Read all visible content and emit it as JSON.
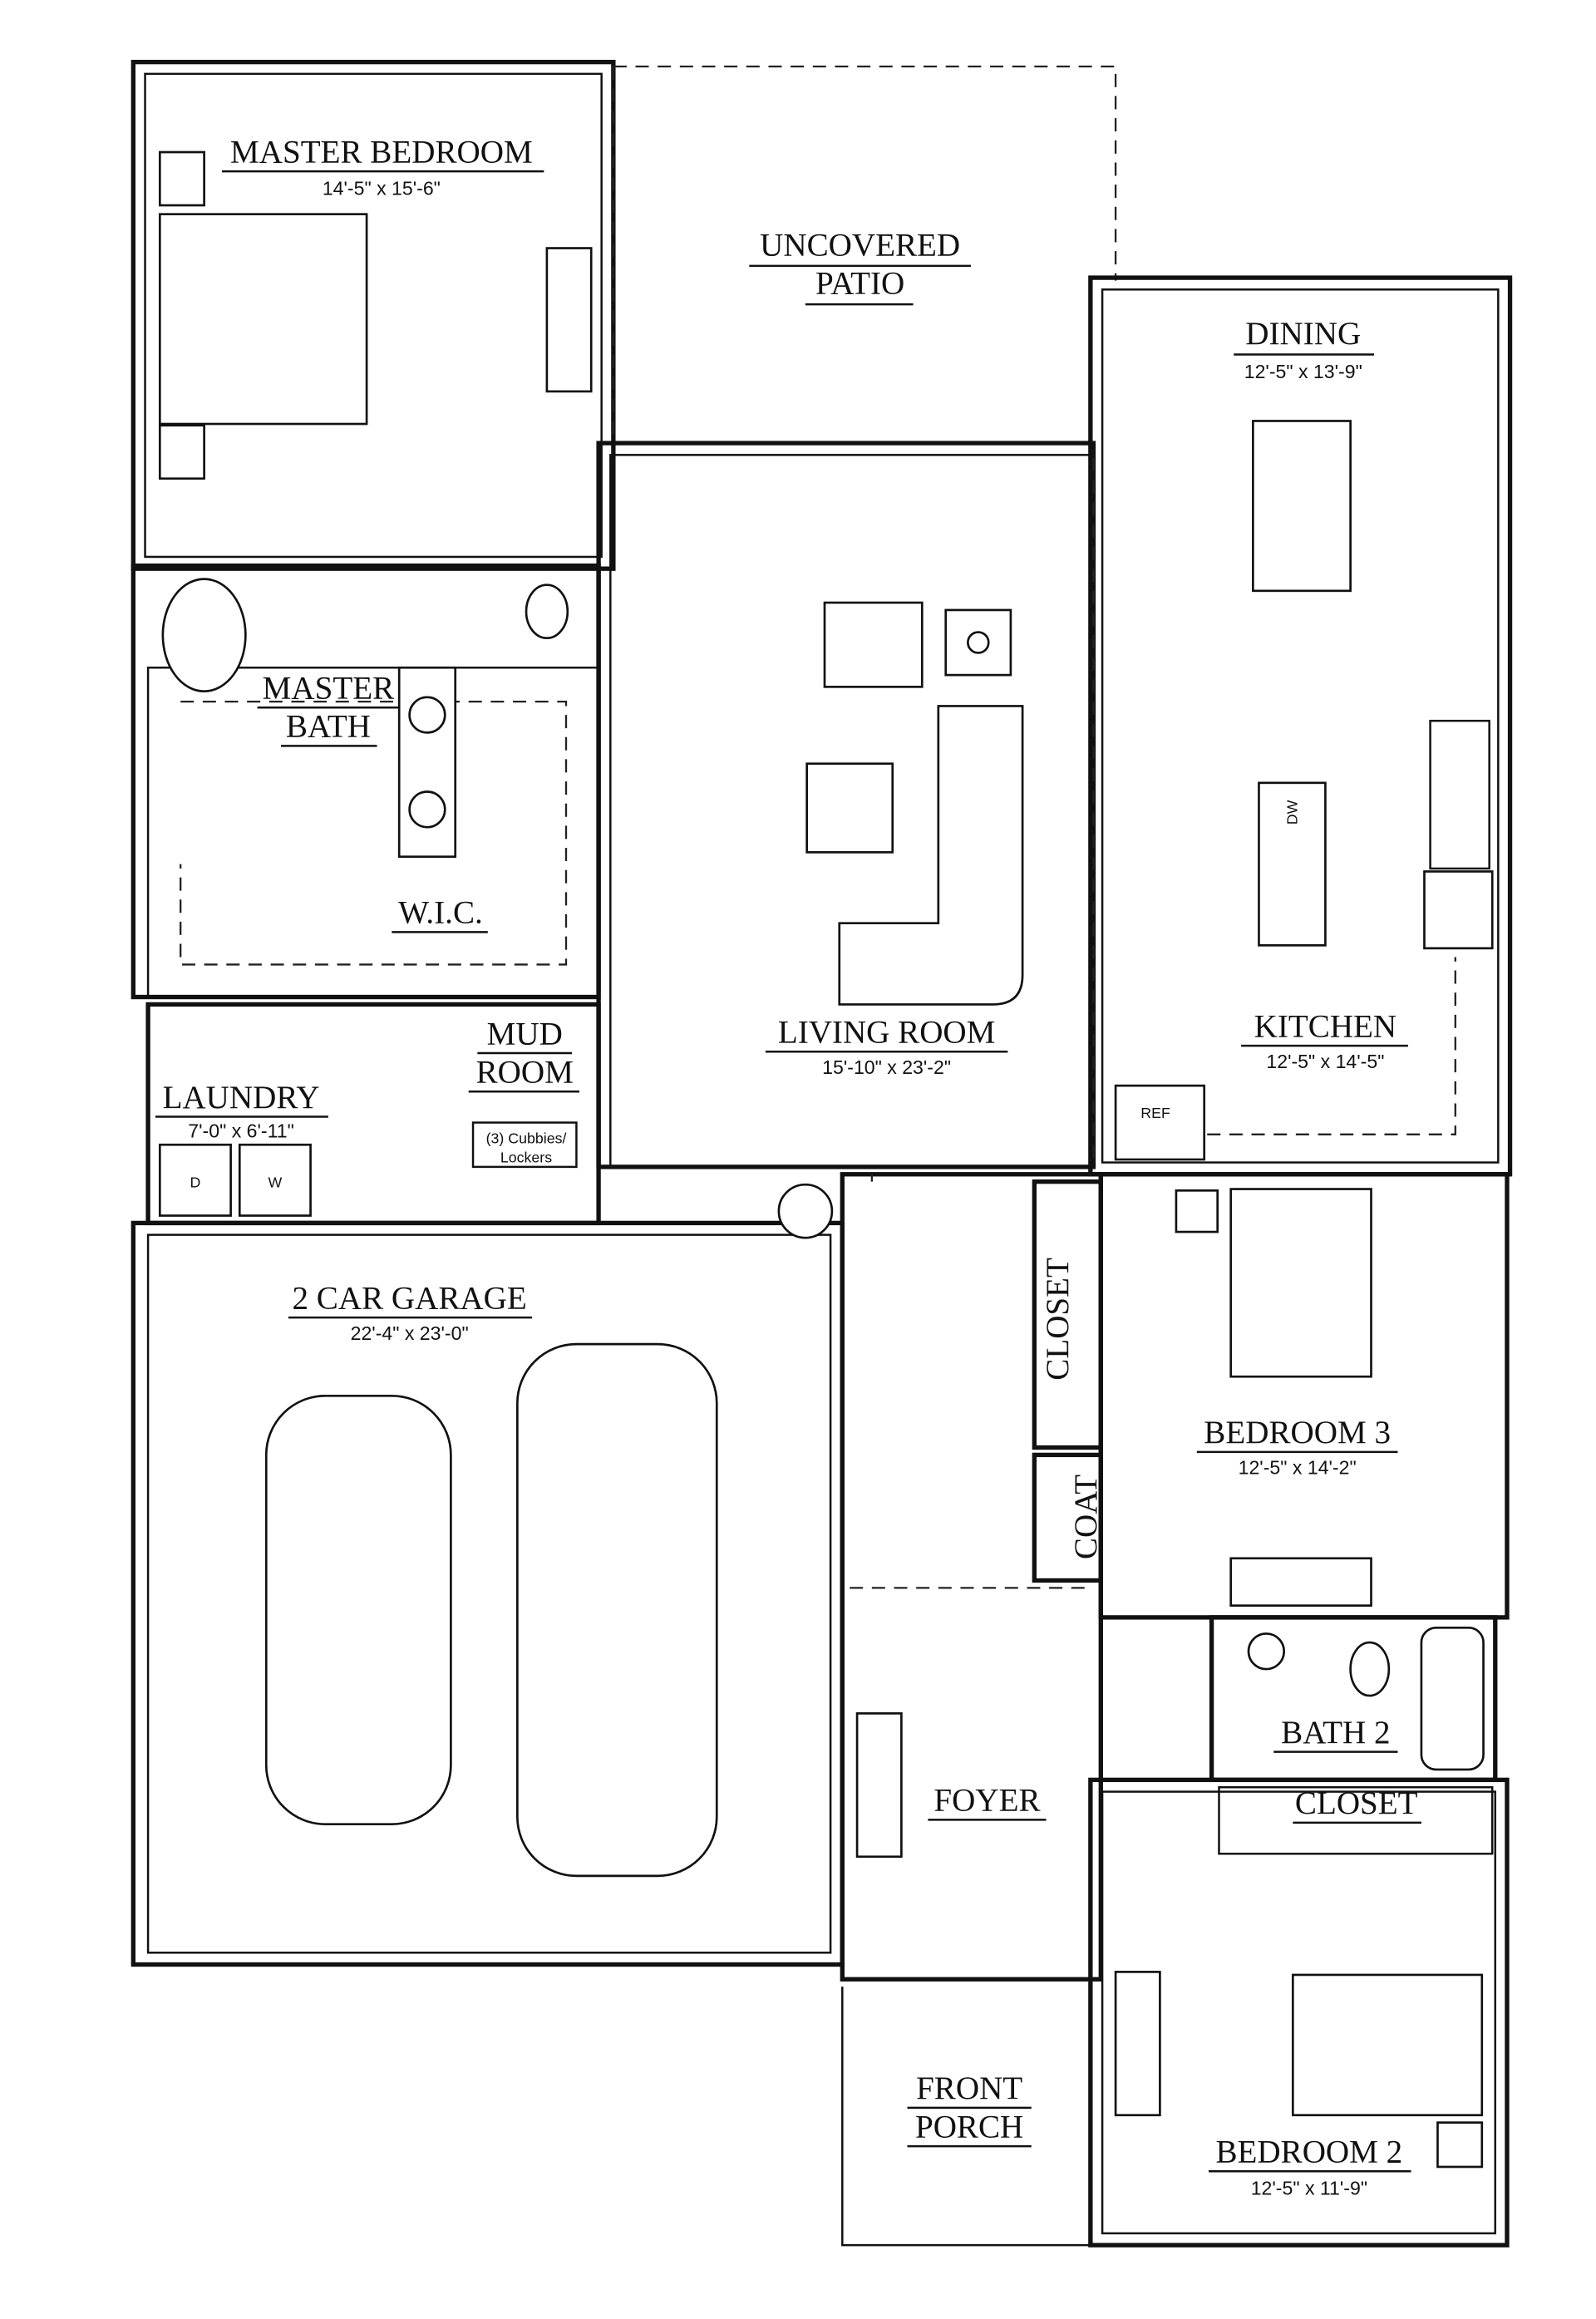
{
  "rooms": {
    "master_bedroom": {
      "name": "MASTER BEDROOM",
      "size": "14'-5\" x 15'-6\""
    },
    "patio": {
      "name_line1": "UNCOVERED",
      "name_line2": "PATIO"
    },
    "dining": {
      "name": "DINING",
      "size": "12'-5\" x 13'-9\""
    },
    "master_bath": {
      "name_line1": "MASTER",
      "name_line2": "BATH"
    },
    "wic": {
      "name": "W.I.C."
    },
    "living": {
      "name": "LIVING ROOM",
      "size": "15'-10\" x 23'-2\""
    },
    "kitchen": {
      "name": "KITCHEN",
      "size": "12'-5\" x 14'-5\"",
      "dw": "DW",
      "ref": "REF"
    },
    "laundry": {
      "name": "LAUNDRY",
      "size": "7'-0\" x 6'-11\"",
      "washer": "W",
      "dryer": "D"
    },
    "mud_room": {
      "name_line1": "MUD",
      "name_line2": "ROOM",
      "cubbies_line1": "(3) Cubbies/",
      "cubbies_line2": "Lockers"
    },
    "garage": {
      "name": "2 CAR GARAGE",
      "size": "22'-4\" x 23'-0\""
    },
    "closet_hall": {
      "name": "CLOSET"
    },
    "coat": {
      "name": "COAT"
    },
    "bedroom3": {
      "name": "BEDROOM 3",
      "size": "12'-5\" x 14'-2\""
    },
    "bath2": {
      "name": "BATH 2"
    },
    "closet_bed2": {
      "name": "CLOSET"
    },
    "foyer": {
      "name": "FOYER"
    },
    "front_porch": {
      "name_line1": "FRONT",
      "name_line2": "PORCH"
    },
    "bedroom2": {
      "name": "BEDROOM 2",
      "size": "12'-5\" x 11'-9\""
    }
  }
}
